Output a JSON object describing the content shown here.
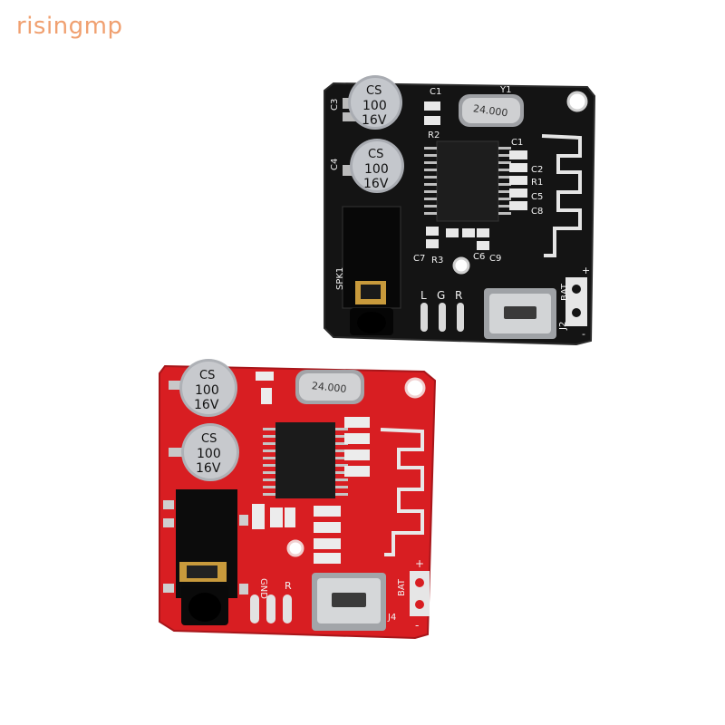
{
  "watermark": {
    "text": "risingmp"
  },
  "colors": {
    "background": "#ffffff",
    "board_black": "#141414",
    "board_red": "#d81e22",
    "silkscreen": "#f2f2f2",
    "capacitor": "#b9bcc2",
    "metal": "#c4c6c8",
    "gold": "#c89a3c",
    "watermark": "#f0a070"
  },
  "black_board": {
    "cap_top": {
      "brand": "CS",
      "value": "100",
      "voltage": "16V"
    },
    "cap_bottom": {
      "brand": "CS",
      "value": "100",
      "voltage": "16V"
    },
    "crystal": "24.000",
    "labels": {
      "c3": "C3",
      "c4": "C4",
      "c1_top": "C1",
      "y1": "Y1",
      "r2": "R2",
      "c1": "C1",
      "c2": "C2",
      "r1": "R1",
      "c5": "C5",
      "c8": "C8",
      "c7": "C7",
      "r3": "R3",
      "c6": "C6",
      "c9": "C9",
      "spk": "SPK1",
      "l": "L",
      "g": "G",
      "r": "R",
      "bat": "BAT",
      "j2": "J2",
      "plus": "+",
      "minus": "-"
    }
  },
  "red_board": {
    "cap_top": {
      "brand": "CS",
      "value": "100",
      "voltage": "16V"
    },
    "cap_bottom": {
      "brand": "CS",
      "value": "100",
      "voltage": "16V"
    },
    "crystal": "24.000",
    "labels": {
      "gnd": "GND",
      "r": "R",
      "bat": "BAT",
      "j4": "J4",
      "plus": "+",
      "minus": "-"
    }
  }
}
